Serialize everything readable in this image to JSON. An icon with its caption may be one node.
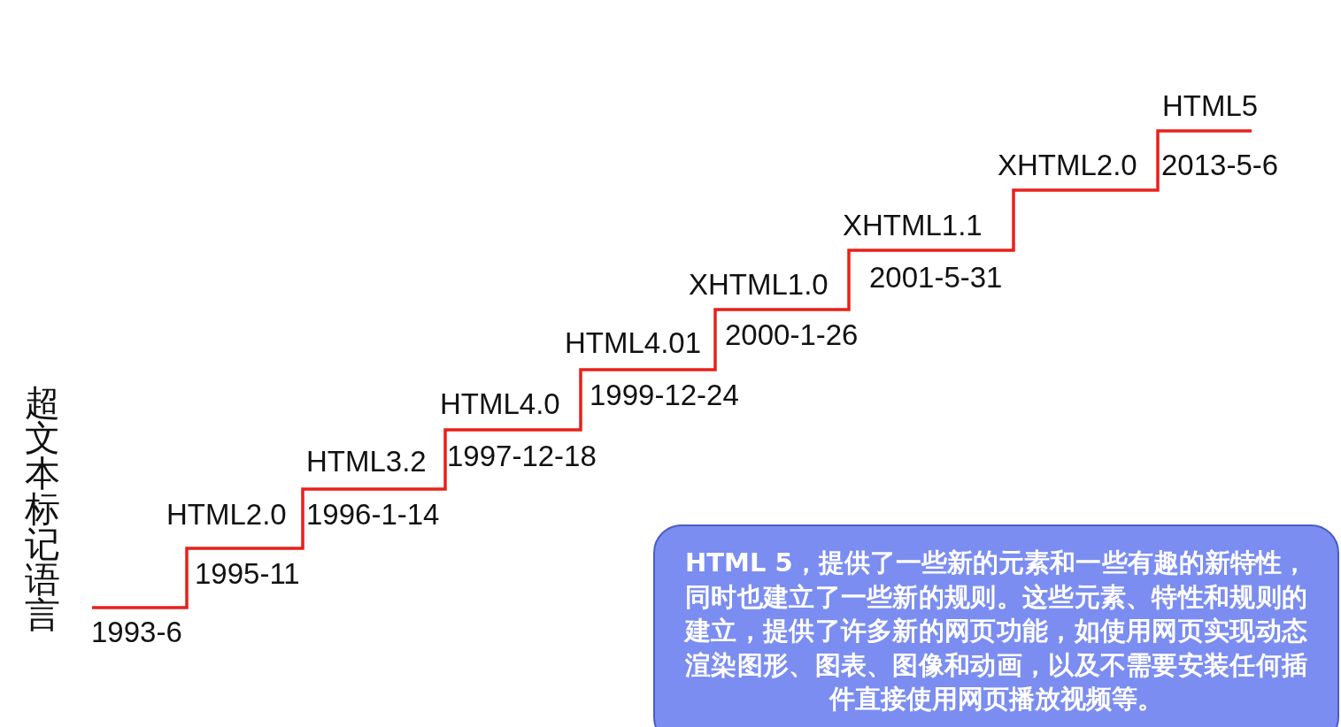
{
  "diagram": {
    "nodes": [
      {
        "text": [
          "HTML 5，提供了一些新的元素和一些有趣的新特性，同时也建立了一些新的规则。这些元素、特性和规则的建立，提供了许多新的网页功能，如使用网页实现动态渲染图形、图表、图像和动画，以及不需要安装任何插件直接使用网页播放视频等。"
        ]
      }
    ],
    "labels": [
      "超文本标记语言",
      "HTML5",
      "XHTML2.0",
      "2013-5-6",
      "XHTML1.1",
      "XHTML1.0",
      "2001-5-31",
      "HTML4.01",
      "2000-1-26",
      "HTML4.0",
      "1999-12-24",
      "HTML3.2",
      "1997-12-18",
      "HTML2.0",
      "1996-1-14",
      "1995-11",
      "1993-6"
    ]
  }
}
